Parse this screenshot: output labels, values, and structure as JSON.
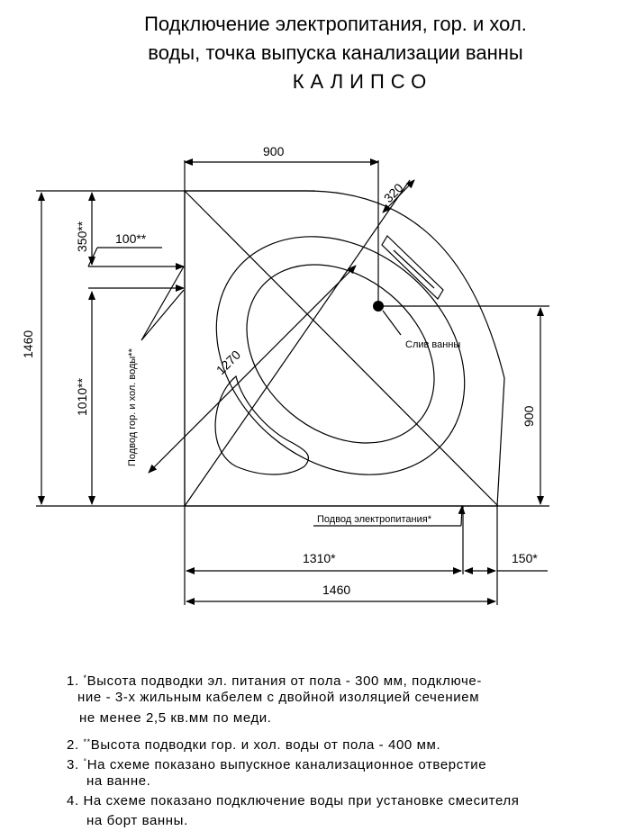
{
  "title": {
    "line1": "Подключение электропитания, гор. и хол.",
    "line2": "воды, точка выпуска канализации ванны",
    "line3": "КАЛИПСО"
  },
  "dimensions": {
    "top_width": "900",
    "diag_short": "320",
    "side_offset": "350**",
    "pipe_offset": "100**",
    "height_total": "1460",
    "height_water": "1010**",
    "diagonal": "1270",
    "right_height": "900",
    "bottom_electric": "1310*",
    "bottom_margin": "150*",
    "bottom_total": "1460"
  },
  "labels": {
    "drain": "Слив ванны",
    "water_supply": "Подвод гор. и хол. воды**",
    "power_supply": "Подвод электропитания*"
  },
  "notes": {
    "n1_num": "1.",
    "n1_sup": "*",
    "n1_line1": "Высота подводки эл. питания от пола - 300 мм, подключе-",
    "n1_line2": "ние - 3-х жильным кабелем с двойной изоляцией сечением",
    "n1_line3": "не менее 2,5 кв.мм по меди.",
    "n2_num": "2.",
    "n2_sup": "**",
    "n2_line1": "Высота подводки гор. и хол. воды от пола - 400 мм.",
    "n3_num": "3.",
    "n3_sup": "°",
    "n3_line1": "На схеме показано выпускное канализационное отверстие",
    "n3_line2": "на ванне.",
    "n4_num": "4.",
    "n4_line1": "На схеме показано подключение воды при установке смесителя",
    "n4_line2": "на борт ванны."
  }
}
